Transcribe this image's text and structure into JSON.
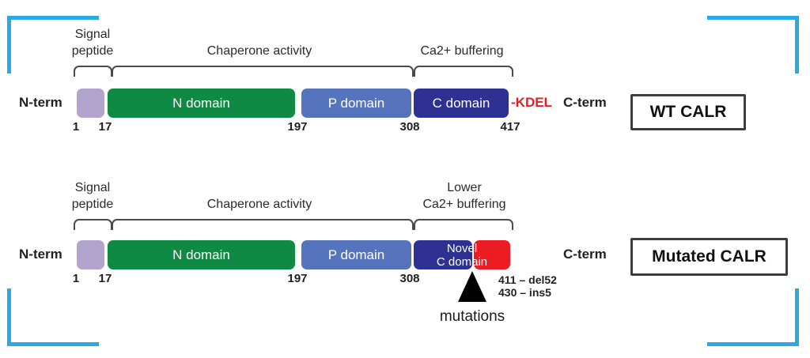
{
  "colors": {
    "frame_bracket": "#29ABE2",
    "signal_peptide": "#B3A4CE",
    "n_domain": "#0E8A44",
    "p_domain": "#5673BE",
    "c_domain": "#2E3192",
    "mutant_tail": "#ED1C24",
    "kdel_text": "#ED1C24"
  },
  "wt": {
    "n_term": "N-term",
    "c_term": "C-term",
    "name_box": "WT CALR",
    "kdel": "-KDEL",
    "annotation_signal_line1": "Signal",
    "annotation_signal_line2": "peptide",
    "annotation_chaperone": "Chaperone activity",
    "annotation_ca_buffering": "Ca2+ buffering",
    "domain_n": "N domain",
    "domain_p": "P domain",
    "domain_c": "C domain",
    "positions": {
      "p1": "1",
      "p17": "17",
      "p197": "197",
      "p308": "308",
      "p417": "417"
    }
  },
  "mutated": {
    "n_term": "N-term",
    "c_term": "C-term",
    "name_box": "Mutated CALR",
    "annotation_signal_line1": "Signal",
    "annotation_signal_line2": "peptide",
    "annotation_chaperone": "Chaperone activity",
    "annotation_ca_line1": "Lower",
    "annotation_ca_line2": "Ca2+ buffering",
    "domain_n": "N domain",
    "domain_p": "P domain",
    "domain_novel_c_line1": "Novel",
    "domain_novel_c_line2": "C domain",
    "positions": {
      "p1": "1",
      "p17": "17",
      "p197": "197",
      "p308": "308"
    },
    "mutation_note_line1": "411 – del52",
    "mutation_note_line2": "430 – ins5",
    "mutations_label": "mutations"
  }
}
